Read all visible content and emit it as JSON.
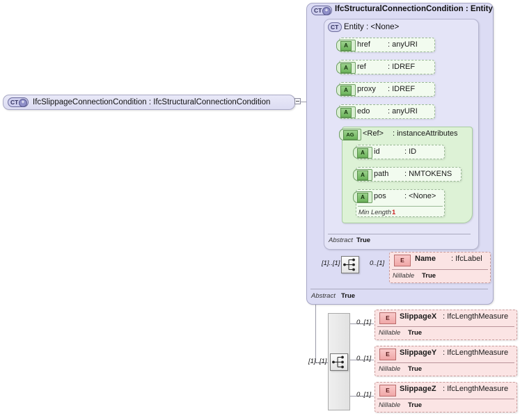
{
  "diagram": {
    "root_node": {
      "icon": "ct-plus-icon",
      "icon_label": "CT",
      "name": "IfcSlippageConnectionCondition",
      "separator": ":",
      "type": "IfcStructuralConnectionCondition",
      "full_label": "IfcSlippageConnectionCondition  :  IfcStructuralConnectionCondition"
    },
    "base_type_box": {
      "icon": "ct-plus-icon",
      "icon_label": "CT",
      "title": "IfcStructuralConnectionCondition : Entity",
      "abstract_key": "Abstract",
      "abstract_value": "True"
    },
    "entity_box": {
      "icon": "ct-icon",
      "icon_label": "CT",
      "title": "Entity      : <None>",
      "abstract_key": "Abstract",
      "abstract_value": "True"
    },
    "attributes": [
      {
        "icon_label": "A",
        "name": "href",
        "type": ": anyURI"
      },
      {
        "icon_label": "A",
        "name": "ref",
        "type": ": IDREF"
      },
      {
        "icon_label": "A",
        "name": "proxy",
        "type": ": IDREF"
      },
      {
        "icon_label": "A",
        "name": "edo",
        "type": ": anyURI"
      }
    ],
    "attribute_group": {
      "icon_label": "AG",
      "name": "<Ref>",
      "type": ": instanceAttributes",
      "attributes": [
        {
          "icon_label": "A",
          "name": "id",
          "type": ": ID",
          "facet_key": "",
          "facet_value": ""
        },
        {
          "icon_label": "A",
          "name": "path",
          "type": ": NMTOKENS",
          "facet_key": "",
          "facet_value": ""
        },
        {
          "icon_label": "A",
          "name": "pos",
          "type": ": <None>",
          "facet_key": "Min Length",
          "facet_value": "1"
        }
      ]
    },
    "name_element": {
      "icon_label": "E",
      "name": "Name",
      "type": ": IfcLabel",
      "facet_key": "Nillable",
      "facet_value": "True",
      "cardinality_left": "[1]..[1]",
      "cardinality_right": "0..[1]"
    },
    "slippage_group": {
      "cardinality_left": "[1]..[1]",
      "elements": [
        {
          "icon_label": "E",
          "name": "SlippageX",
          "type": ": IfcLengthMeasure",
          "facet_key": "Nillable",
          "facet_value": "True",
          "cardinality": "0..[1]"
        },
        {
          "icon_label": "E",
          "name": "SlippageY",
          "type": ": IfcLengthMeasure",
          "facet_key": "Nillable",
          "facet_value": "True",
          "cardinality": "0..[1]"
        },
        {
          "icon_label": "E",
          "name": "SlippageZ",
          "type": ": IfcLengthMeasure",
          "facet_key": "Nillable",
          "facet_value": "True",
          "cardinality": "0..[1]"
        }
      ]
    },
    "icons": {
      "sequence": "sequence-compositor-icon",
      "expand": "expand-collapse-icon",
      "plus": "+"
    },
    "colors": {
      "complex_type": "#dcdcf4",
      "attribute": "#f2fbef",
      "attribute_group": "#ddf2d6",
      "element": "#fbe4e4",
      "line": "#9a9aa8",
      "facet_number": "#cc2222"
    }
  }
}
